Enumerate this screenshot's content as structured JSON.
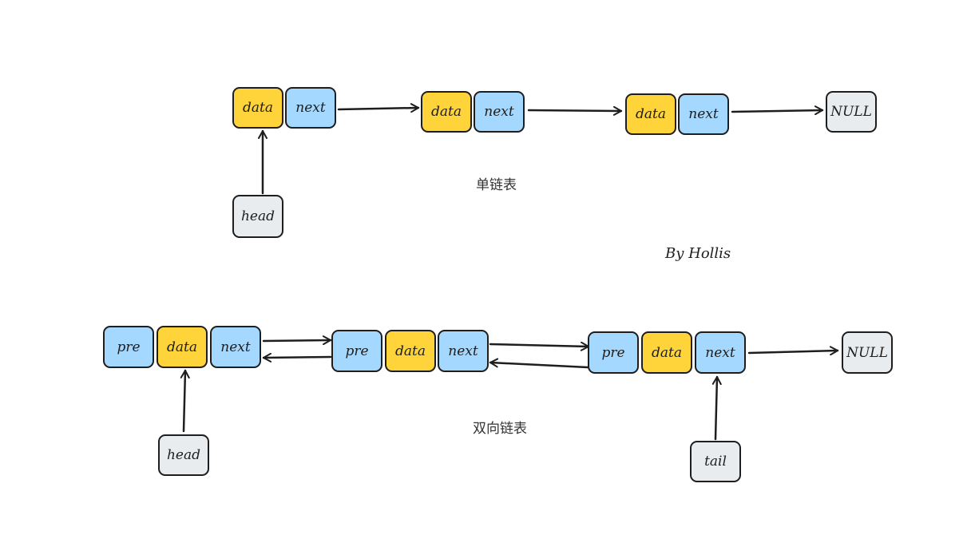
{
  "colors": {
    "data_fill": "#ffd43b",
    "pointer_fill": "#a5d8ff",
    "terminal_fill": "#e9ecef",
    "stroke": "#1e1e1e"
  },
  "singly": {
    "caption": "单链表",
    "nodes": [
      {
        "data": "data",
        "next": "next"
      },
      {
        "data": "data",
        "next": "next"
      },
      {
        "data": "data",
        "next": "next"
      }
    ],
    "null_label": "NULL",
    "head_label": "head"
  },
  "doubly": {
    "caption": "双向链表",
    "nodes": [
      {
        "pre": "pre",
        "data": "data",
        "next": "next"
      },
      {
        "pre": "pre",
        "data": "data",
        "next": "next"
      },
      {
        "pre": "pre",
        "data": "data",
        "next": "next"
      }
    ],
    "null_label": "NULL",
    "head_label": "head",
    "tail_label": "tail"
  },
  "signature": "By Hollis"
}
